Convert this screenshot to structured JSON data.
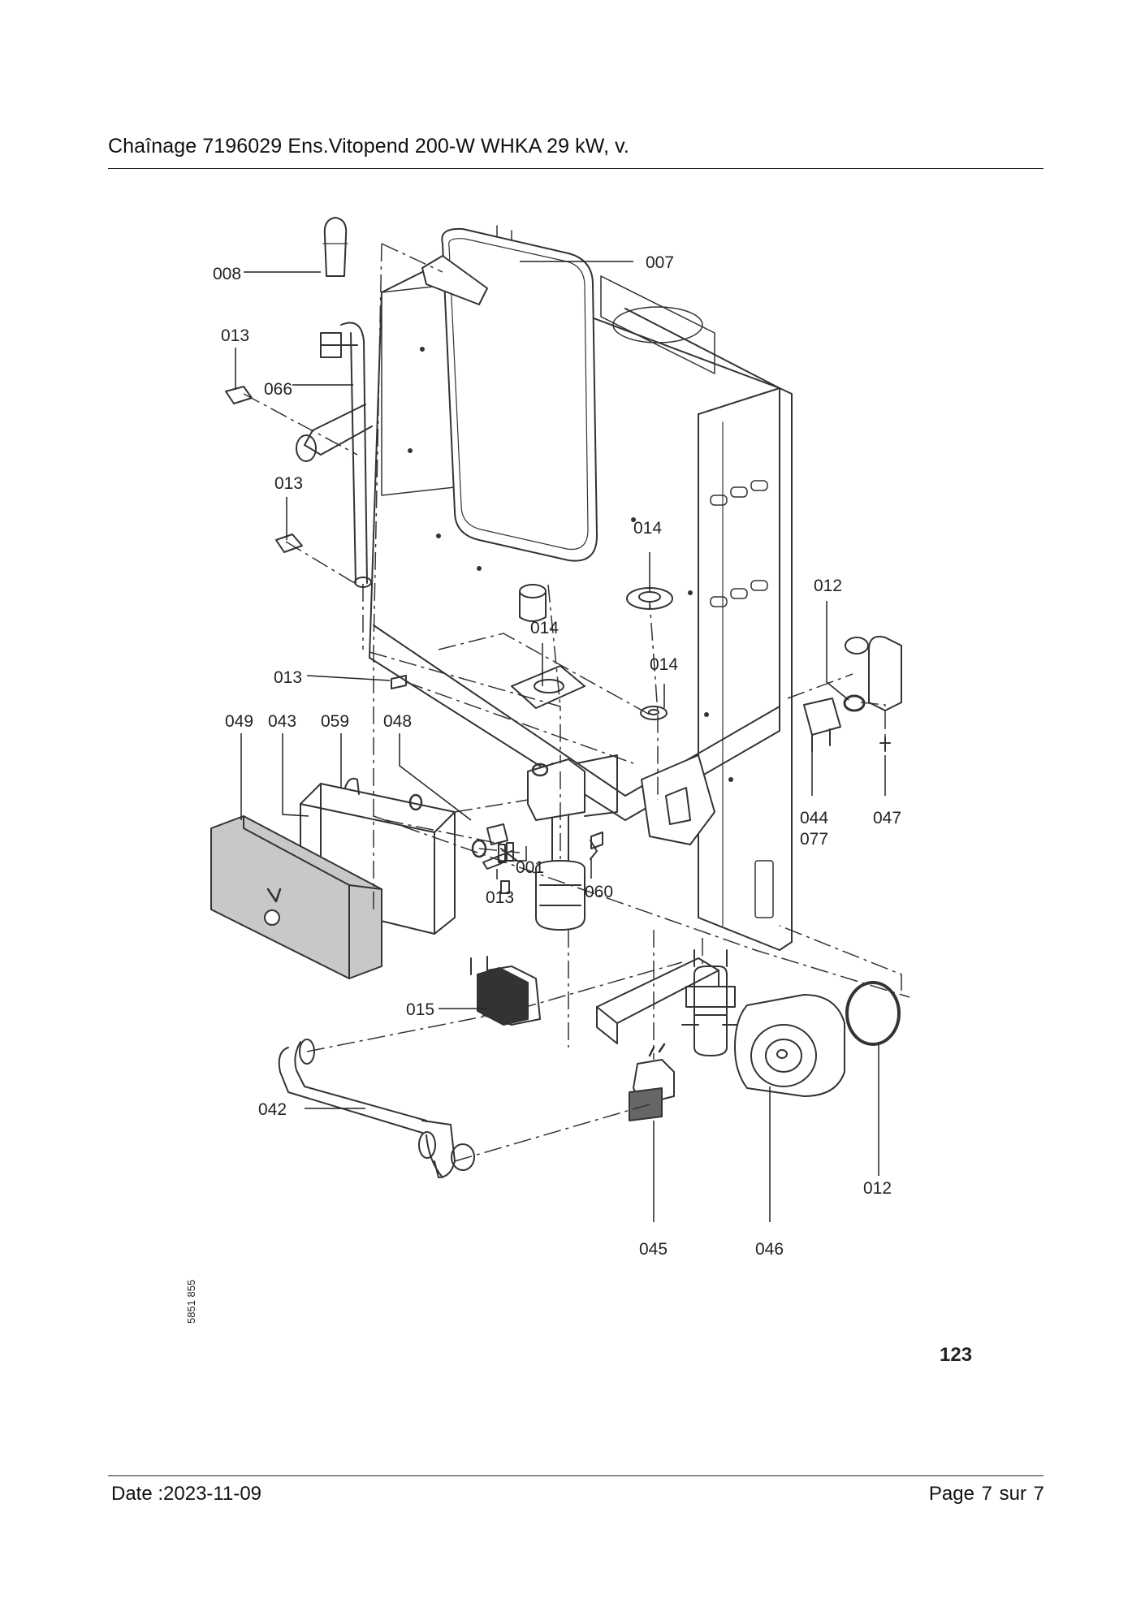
{
  "header": {
    "title": "Chaînage 7196029 Ens.Vitopend 200-W WHKA 29 kW, v."
  },
  "footer": {
    "date": "Date :2023-11-09",
    "page": "Page 7 sur  7"
  },
  "figure": {
    "number": "123",
    "drawing_code": "5851 855"
  },
  "labels": {
    "p008": "008",
    "p007": "007",
    "p013a": "013",
    "p066": "066",
    "p013b": "013",
    "p014a": "014",
    "p014b": "014",
    "p014c": "014",
    "p012a": "012",
    "p013c": "013",
    "p049": "049",
    "p043": "043",
    "p059": "059",
    "p048": "048",
    "p044": "044",
    "p077": "077",
    "p047": "047",
    "p001": "001",
    "p013d": "013",
    "p060": "060",
    "p015": "015",
    "p042": "042",
    "p012b": "012",
    "p045": "045",
    "p046": "046"
  }
}
